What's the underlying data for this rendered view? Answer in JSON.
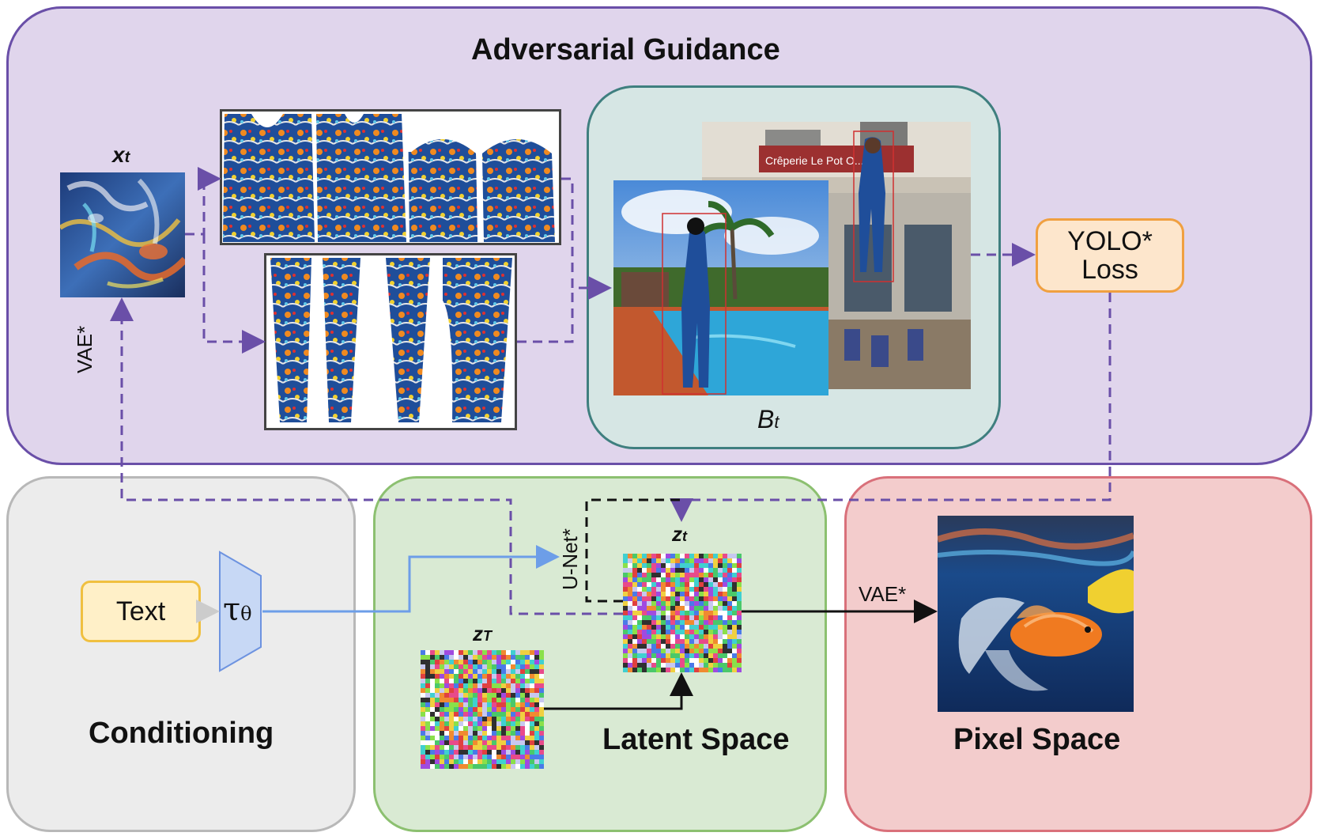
{
  "panels": {
    "adversarial": {
      "title": "Adversarial Guidance"
    },
    "conditioning": {
      "title": "Conditioning"
    },
    "latent": {
      "title": "Latent Space"
    },
    "pixel": {
      "title": "Pixel Space"
    }
  },
  "labels": {
    "x_t": "x",
    "x_t_sub": "t",
    "b_t": "B",
    "b_t_sub": "t",
    "z_t": "z",
    "z_t_sub": "t",
    "z_T": "z",
    "z_T_sub": "T",
    "vae_left": "VAE*",
    "vae_right": "VAE*",
    "unet": "U-Net*",
    "tau": "τ",
    "tau_sub": "θ"
  },
  "boxes": {
    "yolo_line1": "YOLO*",
    "yolo_line2": "Loss",
    "text": "Text"
  },
  "scene": {
    "sign_text": "Crêperie  Le Pot O...t"
  },
  "colors": {
    "adversarial_fill": "#e0d5ec",
    "adversarial_border": "#6a4fa8",
    "conditioning_fill": "#ececec",
    "conditioning_border": "#b8b8b8",
    "latent_fill": "#d9ead3",
    "latent_border": "#8cc070",
    "pixel_fill": "#f3cccc",
    "pixel_border": "#d9707a",
    "scene_fill": "#d6e6e4",
    "scene_border": "#3f7f7f",
    "yolo_fill": "#fde6cc",
    "yolo_border": "#f0a040",
    "text_fill": "#fff0c8",
    "text_border": "#f0c040",
    "encoder_fill": "#c7d8f5",
    "encoder_border": "#6d93e0",
    "purple_dash": "#6a4fa8",
    "blue_arrow": "#6d9ee8"
  }
}
